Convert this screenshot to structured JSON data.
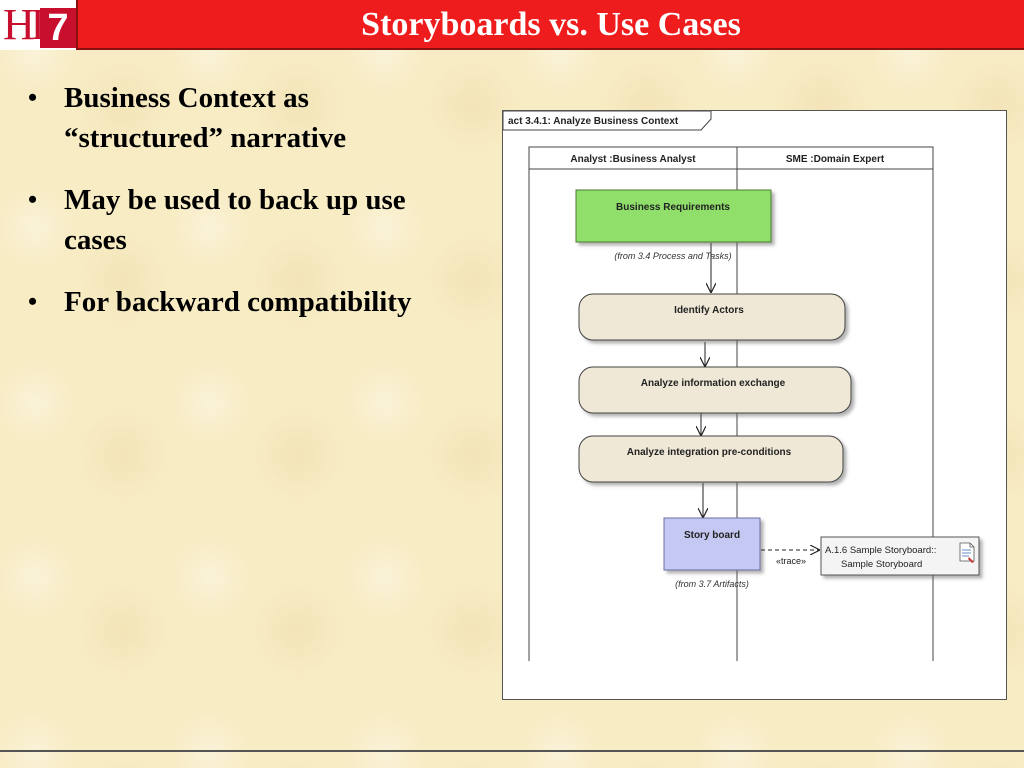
{
  "slide": {
    "title": "Storyboards vs. Use Cases",
    "logo": {
      "letters": "HL",
      "number": "7"
    },
    "bullets": [
      {
        "line1": "Business Context as",
        "line2": "“structured” narrative"
      },
      {
        "line1": "May be used to back up use",
        "line2": "cases"
      },
      {
        "line1": "For backward compatibility",
        "line2": ""
      }
    ]
  },
  "diagram": {
    "frame_label": "act 3.4.1: Analyze Business Context",
    "lanes": [
      "Analyst :Business Analyst",
      "SME :Domain Expert"
    ],
    "business_requirements": {
      "label": "Business Requirements",
      "from": "(from 3.4 Process and Tasks)",
      "color": "#8fdf6b"
    },
    "activities": [
      "Identify Actors",
      "Analyze information exchange",
      "Analyze integration pre-conditions"
    ],
    "storyboard": {
      "label": "Story board",
      "from": "(from 3.7 Artifacts)",
      "color": "#c4c8f2"
    },
    "trace_label": "«trace»",
    "sample": {
      "line1": "A.1.6 Sample Storyboard::",
      "line2": "Sample Storyboard"
    }
  }
}
